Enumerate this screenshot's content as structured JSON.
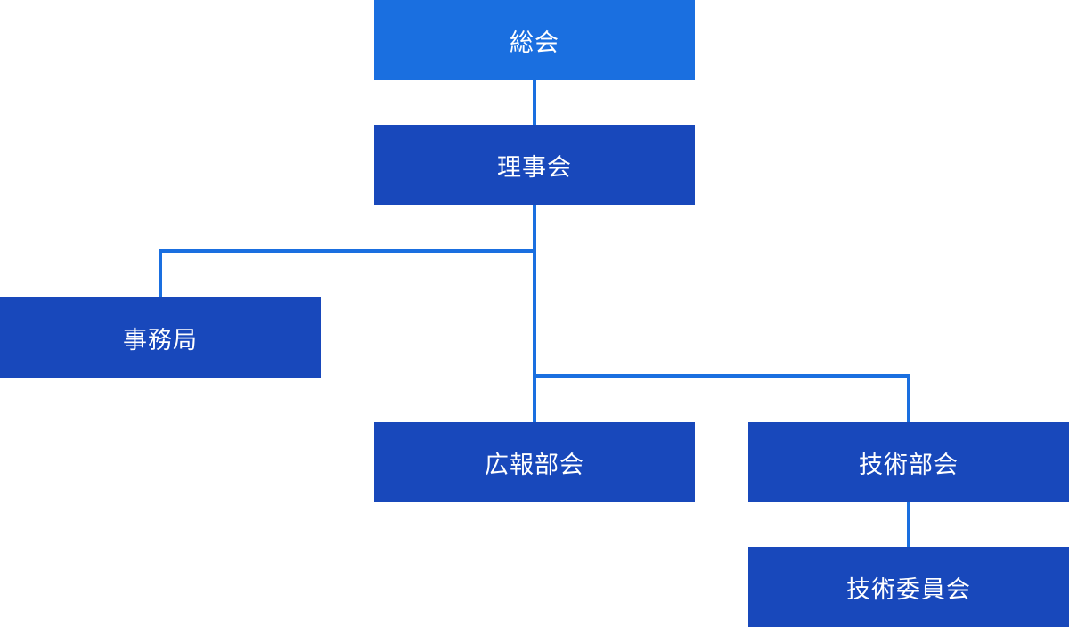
{
  "org_chart": {
    "nodes": {
      "general_assembly": "総会",
      "board_of_directors": "理事会",
      "secretariat": "事務局",
      "public_relations": "広報部会",
      "technical_division": "技術部会",
      "technical_committee": "技術委員会"
    }
  }
}
